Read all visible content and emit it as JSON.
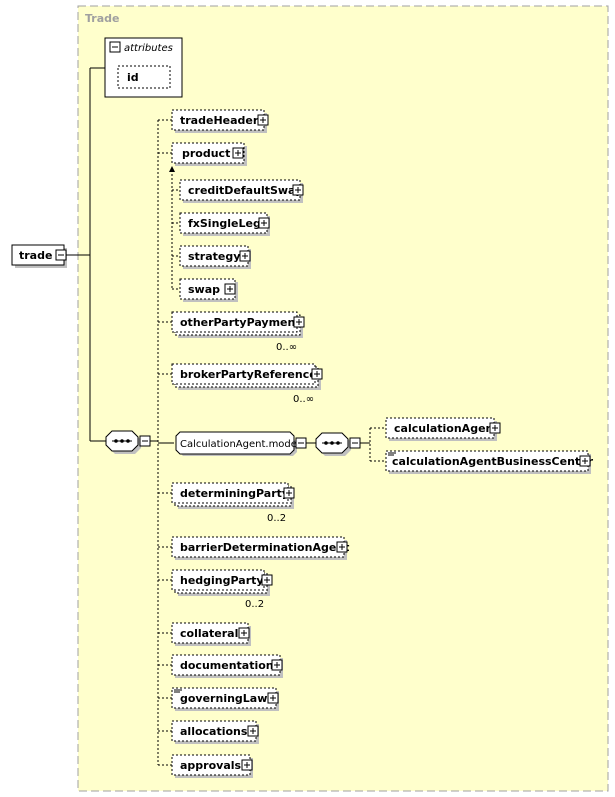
{
  "group": {
    "title": "Trade"
  },
  "attributes": {
    "label": "attributes",
    "items": [
      "id"
    ]
  },
  "root": {
    "label": "trade"
  },
  "product_group": {
    "label": "product",
    "items": [
      "creditDefaultSwap",
      "fxSingleLeg",
      "strategy",
      "swap"
    ]
  },
  "model_group": {
    "label": "CalculationAgent.model",
    "items": [
      "calculationAgent",
      "calculationAgentBusinessCenter"
    ]
  },
  "elements": [
    {
      "label": "tradeHeader",
      "cardinality": ""
    },
    {
      "label": "otherPartyPayment",
      "cardinality": "0..∞"
    },
    {
      "label": "brokerPartyReference",
      "cardinality": "0..∞"
    },
    {
      "label": "determiningParty",
      "cardinality": "0..2"
    },
    {
      "label": "barrierDeterminationAgent",
      "cardinality": ""
    },
    {
      "label": "hedgingParty",
      "cardinality": "0..2"
    },
    {
      "label": "collateral",
      "cardinality": ""
    },
    {
      "label": "documentation",
      "cardinality": ""
    },
    {
      "label": "governingLaw",
      "cardinality": ""
    },
    {
      "label": "allocations",
      "cardinality": ""
    },
    {
      "label": "approvals",
      "cardinality": ""
    }
  ],
  "colors": {
    "panel": "#ffffcc",
    "panel_border": "#a0a0a0",
    "box": "#ffffff",
    "shadow": "#c0c0c0"
  }
}
